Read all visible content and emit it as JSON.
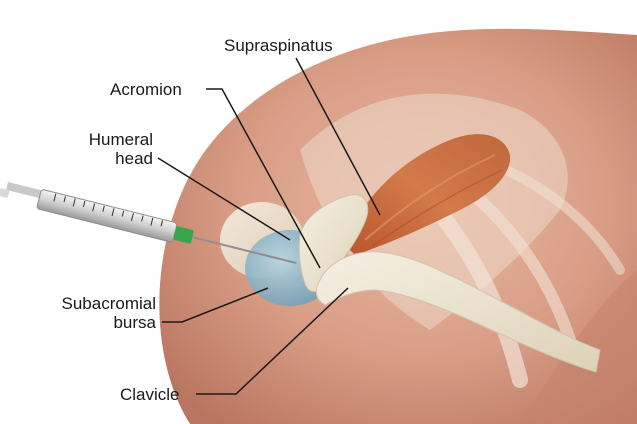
{
  "labels": {
    "supraspinatus": "Supraspinatus",
    "acromion": "Acromion",
    "humeral_head_line1": "Humeral",
    "humeral_head_line2": "head",
    "bursa_line1": "Subacromial",
    "bursa_line2": "bursa",
    "clavicle": "Clavicle"
  },
  "colors": {
    "skin": "#d99d86",
    "skin_dark": "#b86e58",
    "muscle": "#c9673a",
    "bone": "#ece4d2",
    "bursa": "#8fb8cc",
    "needle_hub": "#35a649",
    "leader_line": "#1a1a1a"
  }
}
